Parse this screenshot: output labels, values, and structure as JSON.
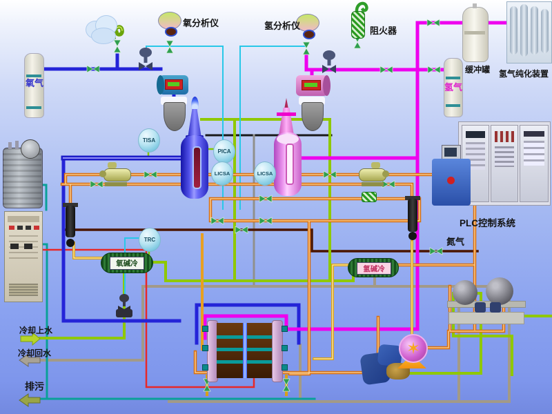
{
  "diagram": {
    "equipment_labels": {
      "oxygen_analyzer": "氧分析仪",
      "hydrogen_analyzer": "氢分析仪",
      "flame_arrester": "阻火器",
      "buffer_tank": "缓冲罐",
      "hydrogen_purifier": "氢气纯化装置",
      "plc_system": "PLC控制系统",
      "nitrogen": "氮气",
      "oxygen_cylinder": "氧气",
      "hydrogen_cylinder": "氢气",
      "oxygen_lye_cooler": "氧碱冷",
      "hydrogen_lye_cooler": "氢碱冷"
    },
    "stream_labels": {
      "cooling_supply": "冷却上水",
      "cooling_return": "冷却回水",
      "blowdown": "排污"
    },
    "instrument_tags": {
      "tisa": "TISA",
      "pica": "PICA",
      "licsa_oxygen": "LICSA",
      "licsa_hydrogen": "LICSA",
      "trc": "TRC"
    },
    "icons": {
      "pump_impeller": "✶"
    },
    "pipe_colors": {
      "oxygen": "#2222dd",
      "hydrogen": "#ee00ee",
      "lye": "#e07818",
      "cooling_supply": "#8fc800",
      "cooling_return": "#a29a88",
      "blowdown": "#0aa098",
      "nitrogen": "#4a1500",
      "instrument_signal": "#28c8e8",
      "dc_power": "#e82828"
    }
  }
}
